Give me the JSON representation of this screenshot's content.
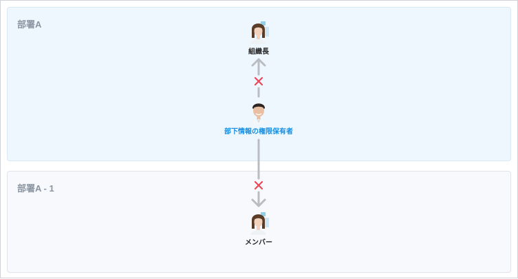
{
  "departments": [
    {
      "label": "部署A"
    },
    {
      "label": "部署A - 1"
    }
  ],
  "nodes": {
    "leader": {
      "label": "組織長",
      "avatar_icon": "woman-avatar-icon"
    },
    "holder": {
      "label": "部下情報の権限保有者",
      "avatar_icon": "man-avatar-icon"
    },
    "member": {
      "label": "メンバー",
      "avatar_icon": "woman-avatar-icon"
    }
  },
  "edges": [
    {
      "from": "holder",
      "to": "leader",
      "blocked": true,
      "icon": "cross-icon"
    },
    {
      "from": "holder",
      "to": "member",
      "blocked": true,
      "icon": "cross-icon"
    }
  ],
  "colors": {
    "dept_a_bg": "#eef7fe",
    "dept_a1_bg": "#f7f9fc",
    "highlight_label": "#1a8fe0",
    "arrow": "#b9bcc0",
    "cross": "#e8485a"
  }
}
